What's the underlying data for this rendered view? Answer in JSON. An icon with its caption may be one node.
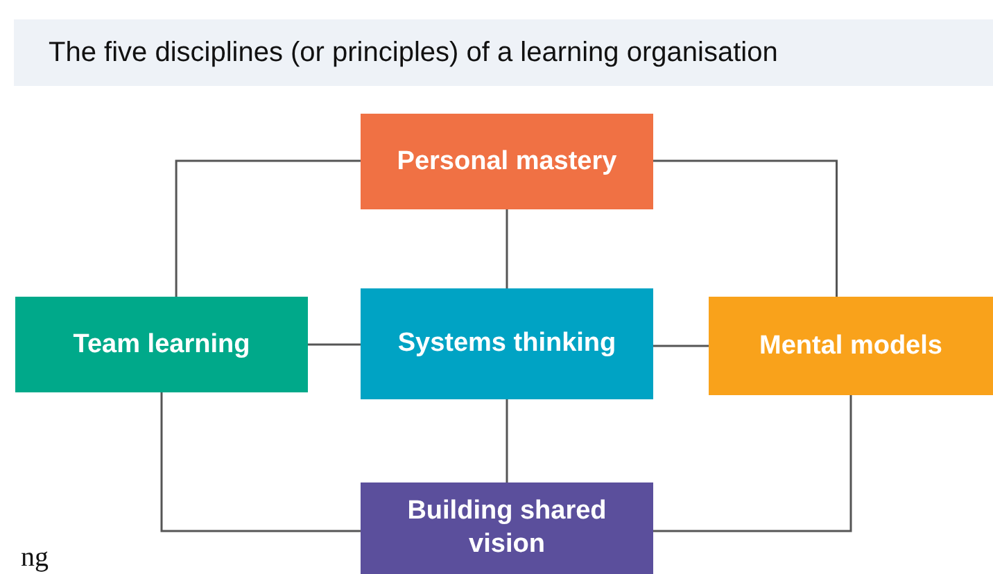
{
  "diagram": {
    "title": "The five disciplines (or principles) of a learning organisation",
    "nodes": [
      {
        "text": [
          "Personal mastery"
        ]
      },
      {
        "text": [
          "Team learning"
        ]
      },
      {
        "text": [
          "Systems thinking"
        ]
      },
      {
        "text": [
          "Mental models"
        ]
      },
      {
        "text": [
          "Building shared vision"
        ]
      }
    ],
    "edges": [
      {
        "from": 0,
        "to": 1,
        "arrow": "none"
      },
      {
        "from": 0,
        "to": 3,
        "arrow": "none"
      },
      {
        "from": 0,
        "to": 2,
        "arrow": "none"
      },
      {
        "from": 1,
        "to": 2,
        "arrow": "none"
      },
      {
        "from": 2,
        "to": 3,
        "arrow": "none"
      },
      {
        "from": 2,
        "to": 4,
        "arrow": "none"
      },
      {
        "from": 1,
        "to": 4,
        "arrow": "none"
      },
      {
        "from": 3,
        "to": 4,
        "arrow": "none"
      }
    ],
    "labels": [
      "ng"
    ]
  }
}
